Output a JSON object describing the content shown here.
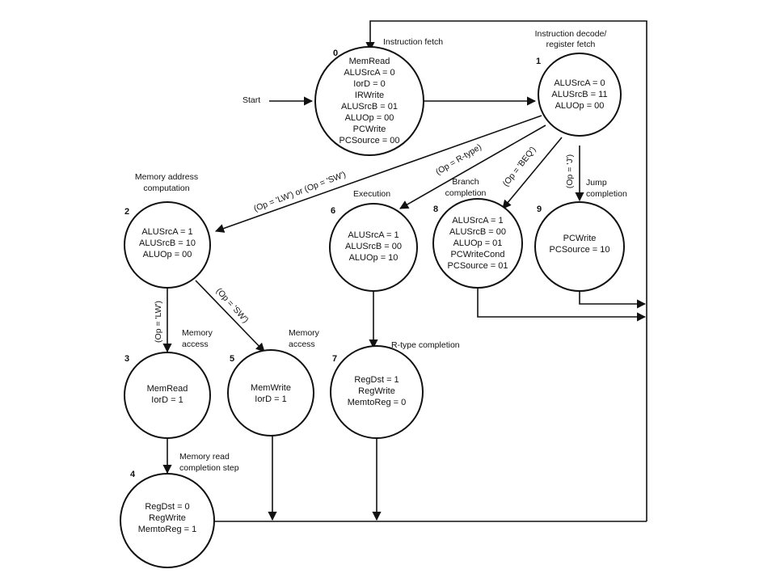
{
  "states": {
    "s0": {
      "number": "0",
      "title": "Instruction fetch",
      "lines": [
        "MemRead",
        "ALUSrcA = 0",
        "IorD = 0",
        "IRWrite",
        "ALUSrcB = 01",
        "ALUOp = 00",
        "PCWrite",
        "PCSource = 00"
      ]
    },
    "s1": {
      "number": "1",
      "title_lines": [
        "Instruction decode/",
        "register fetch"
      ],
      "lines": [
        "ALUSrcA = 0",
        "ALUSrcB = 11",
        "ALUOp = 00"
      ]
    },
    "s2": {
      "number": "2",
      "title_lines": [
        "Memory address",
        "computation"
      ],
      "lines": [
        "ALUSrcA = 1",
        "ALUSrcB = 10",
        "ALUOp = 00"
      ]
    },
    "s3": {
      "number": "3",
      "lines": [
        "MemRead",
        "IorD = 1"
      ]
    },
    "s4": {
      "number": "4",
      "lines": [
        "RegDst = 0",
        "RegWrite",
        "MemtoReg = 1"
      ]
    },
    "s5": {
      "number": "5",
      "lines": [
        "MemWrite",
        "IorD = 1"
      ]
    },
    "s6": {
      "number": "6",
      "title": "Execution",
      "lines": [
        "ALUSrcA = 1",
        "ALUSrcB = 00",
        "ALUOp = 10"
      ]
    },
    "s7": {
      "number": "7",
      "title": "R-type completion",
      "lines": [
        "RegDst = 1",
        "RegWrite",
        "MemtoReg = 0"
      ]
    },
    "s8": {
      "number": "8",
      "title_lines": [
        "Branch",
        "completion"
      ],
      "lines": [
        "ALUSrcA = 1",
        "ALUSrcB = 00",
        "ALUOp = 01",
        "PCWriteCond",
        "PCSource = 01"
      ]
    },
    "s9": {
      "number": "9",
      "title_lines": [
        "Jump",
        "completion"
      ],
      "lines": [
        "PCWrite",
        "PCSource = 10"
      ]
    }
  },
  "labels": {
    "start": "Start",
    "mem_access_3": [
      "Memory",
      "access"
    ],
    "mem_access_5": [
      "Memory",
      "access"
    ],
    "mem_read_completion": [
      "Memory read",
      "completion step"
    ]
  },
  "conditions": {
    "lw_or_sw": "(Op = 'LW') or (Op = 'SW')",
    "rtype": "(Op = R-type)",
    "beq": "(Op = 'BEQ')",
    "jump": "(Op = 'J')",
    "lw": "(Op = 'LW')",
    "sw": "(Op = 'SW')"
  }
}
